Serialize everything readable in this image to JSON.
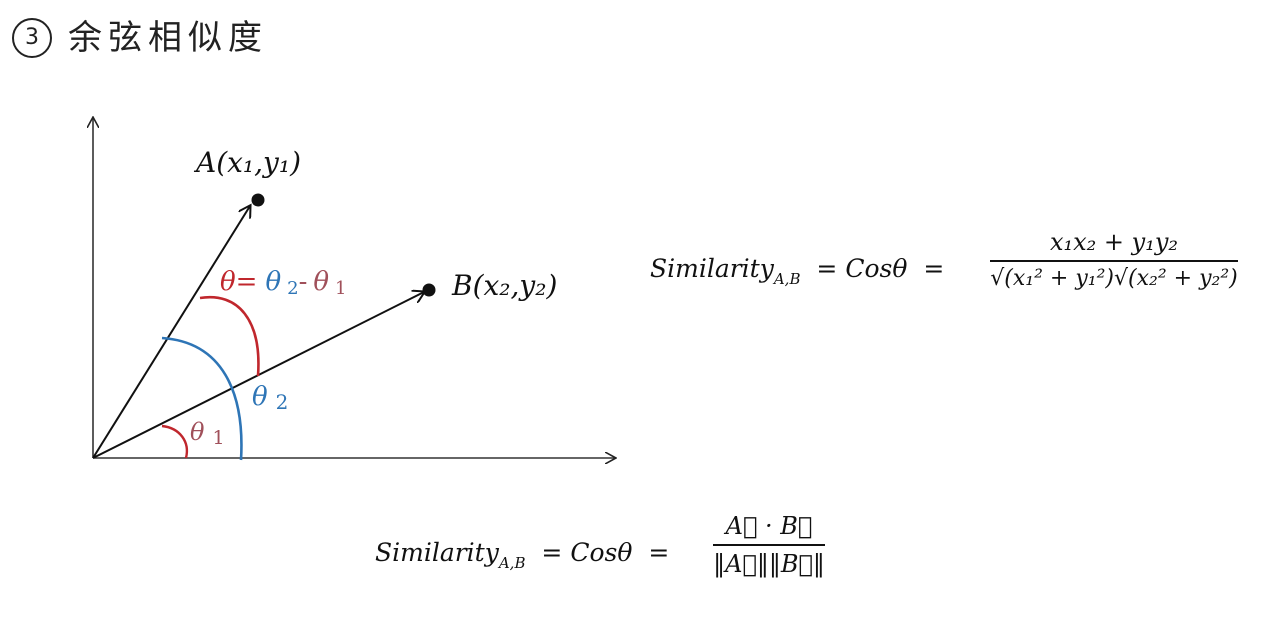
{
  "title": {
    "circled_number": "3",
    "text": "余弦相似度"
  },
  "diagram": {
    "point_a_label": "A(x₁,y₁)",
    "point_b_label": "B(x₂,y₂)",
    "theta_relation": {
      "theta": "θ",
      "equals": "=",
      "theta2": "θ",
      "sub2": "2",
      "minus": "-",
      "theta1": "θ",
      "sub1": "1"
    },
    "theta2_label": {
      "symbol": "θ",
      "sub": "2"
    },
    "theta1_label": {
      "symbol": "θ",
      "sub": "1"
    },
    "colors": {
      "red": "#c0272d",
      "blue": "#2e75b6",
      "brown": "#a0505a",
      "axis": "#333333",
      "vector": "#111111"
    }
  },
  "formula1": {
    "lhs_word": "Similarity",
    "lhs_sub": "A,B",
    "eq1": "=",
    "cos": "Cosθ",
    "eq2": "=",
    "numerator": "x₁x₂ + y₁y₂",
    "denominator": "√(x₁² + y₁²)√(x₂² + y₂²)"
  },
  "formula2": {
    "lhs_word": "Similarity",
    "lhs_sub": "A,B",
    "eq1": "=",
    "cos": "Cosθ",
    "eq2": "=",
    "numerator": "A⃗ · B⃗",
    "denominator": "‖A⃗‖‖B⃗‖"
  }
}
